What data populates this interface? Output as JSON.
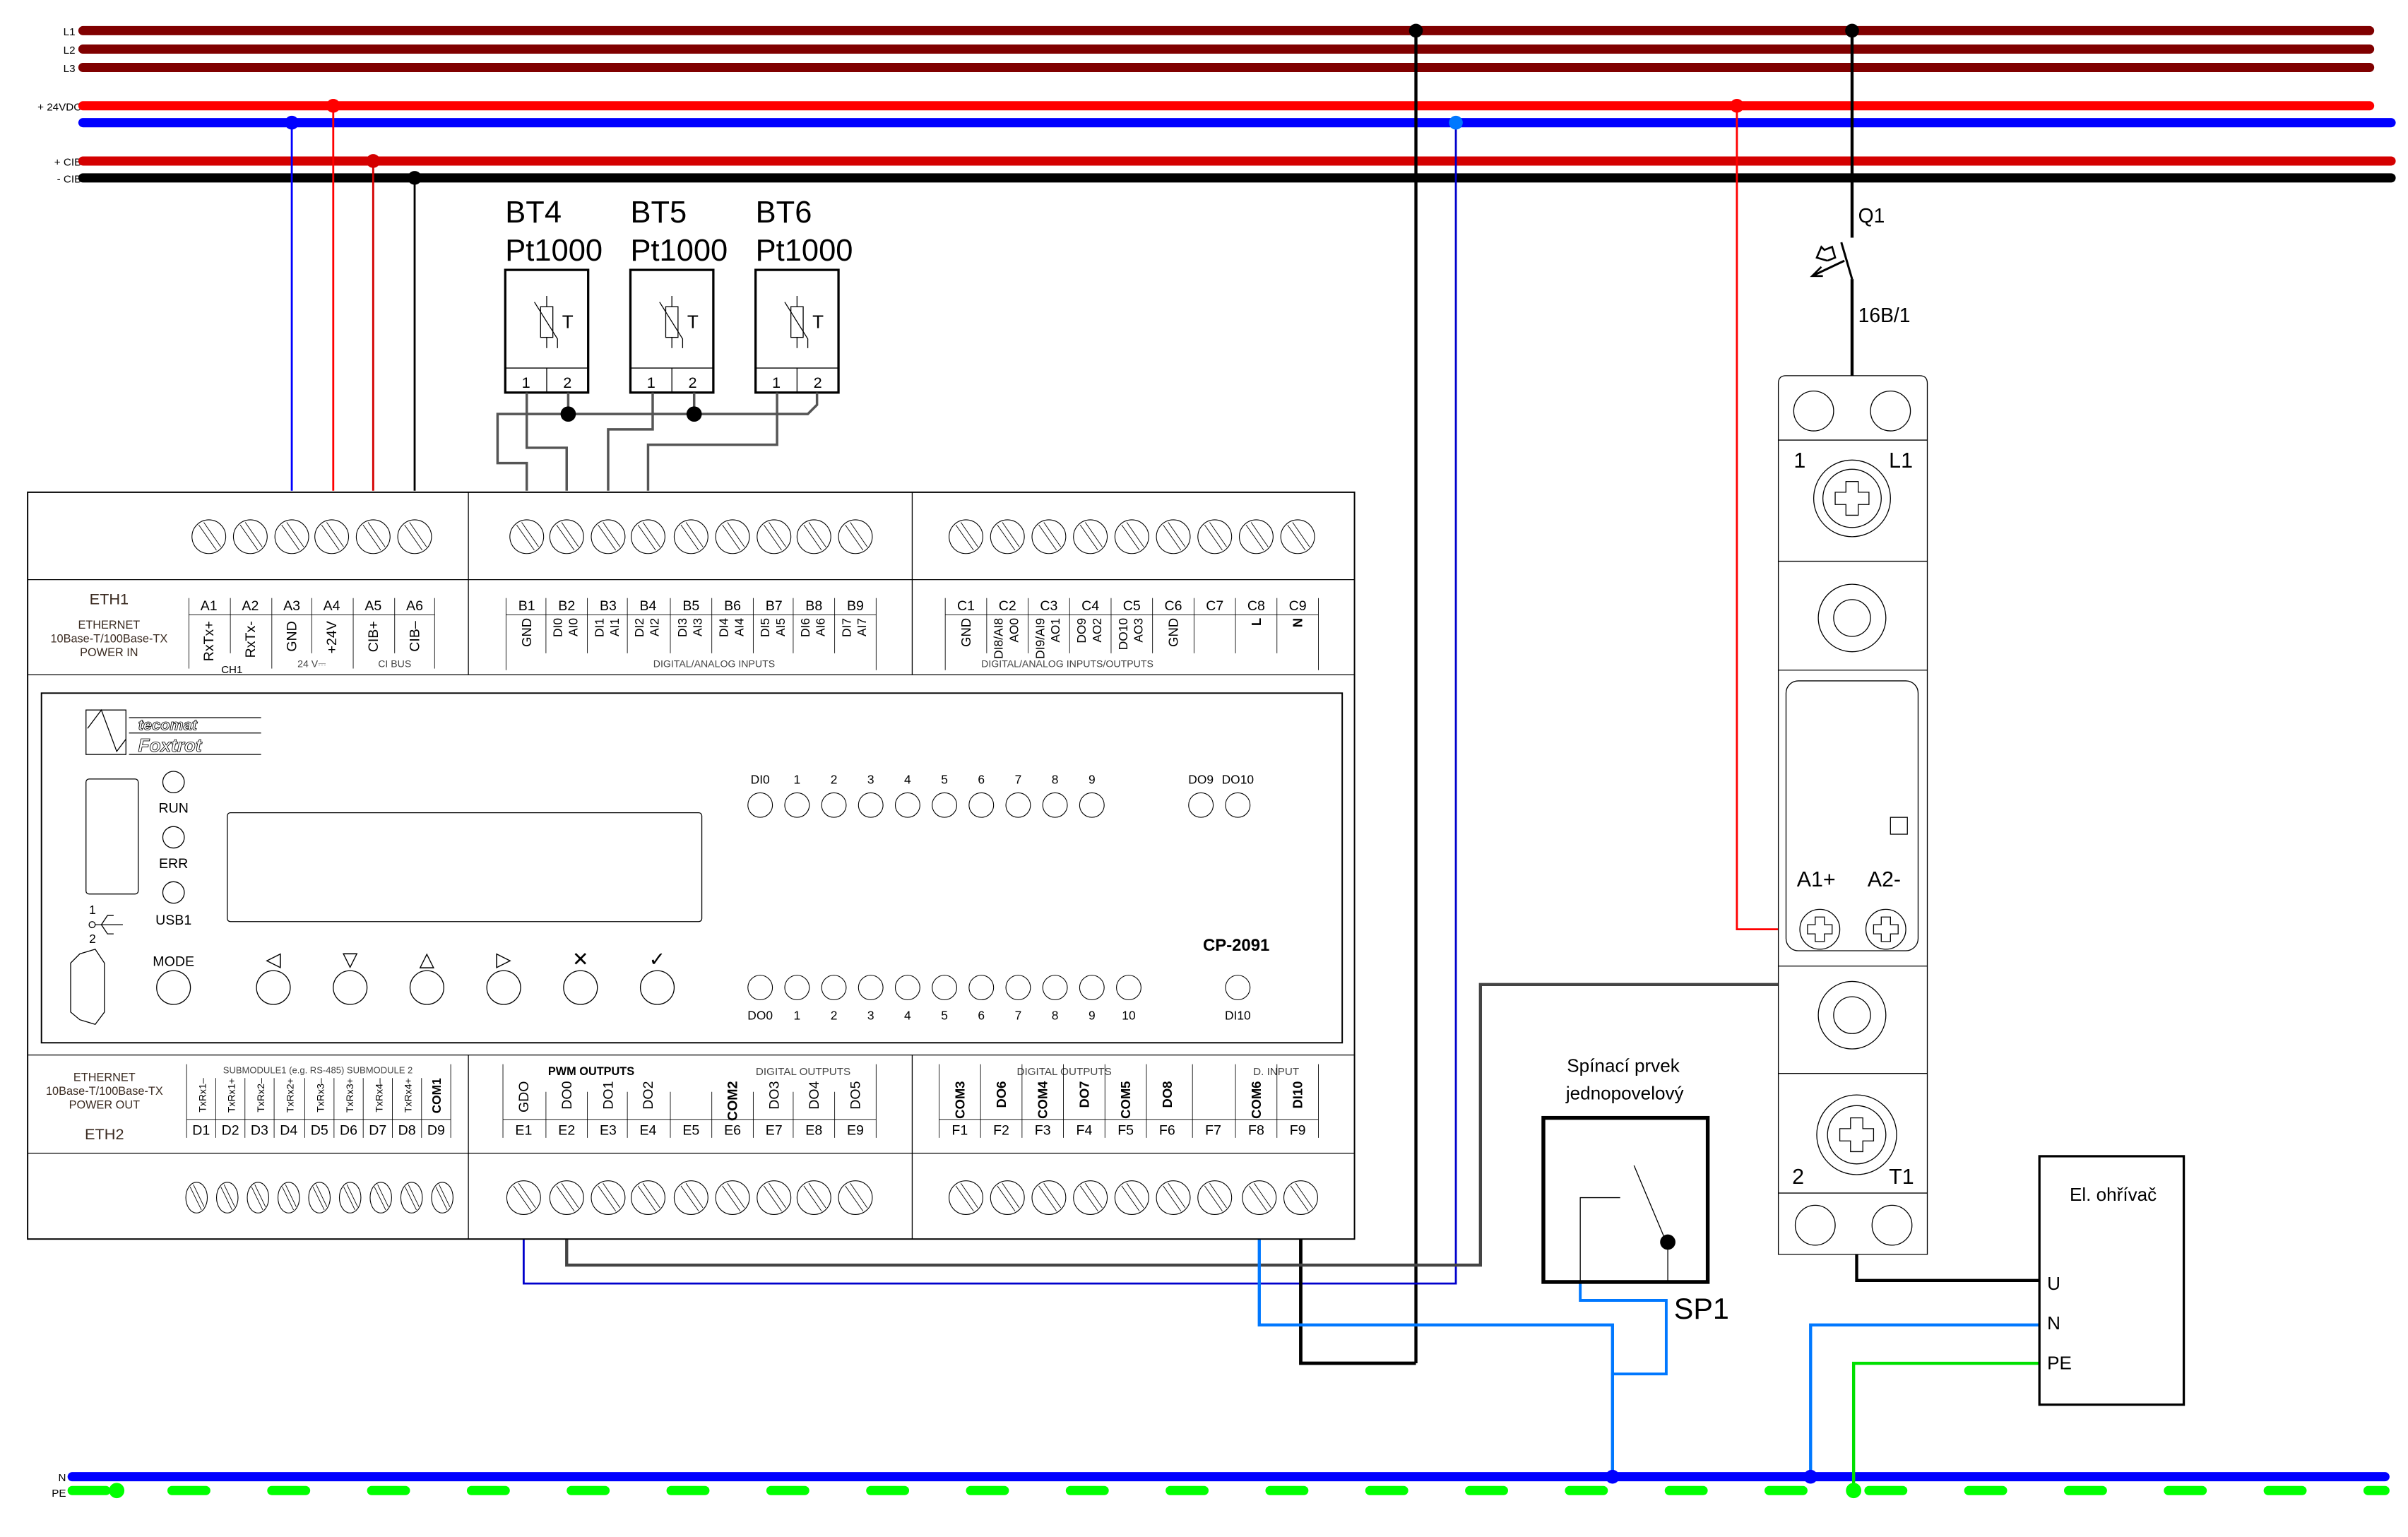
{
  "buses": {
    "L1": {
      "label": "L1",
      "color": "#800000"
    },
    "L2": {
      "label": "L2",
      "color": "#800000"
    },
    "L3": {
      "label": "L3",
      "color": "#800000"
    },
    "vdc_plus": {
      "label": "+ 24VDC",
      "color": "#ff0000"
    },
    "vdc_minus": {
      "label": "",
      "color": "#0000ff"
    },
    "cib_plus": {
      "label": "+ CIB",
      "color": "#d40000"
    },
    "cib_minus": {
      "label": "- CIB",
      "color": "#000000"
    },
    "N": {
      "label": "N",
      "color": "#0000ff"
    },
    "PE": {
      "label": "PE",
      "color": "#00ff00"
    }
  },
  "sensors": [
    {
      "name": "BT4",
      "type": "Pt1000",
      "symbol": "T",
      "pins": [
        "1",
        "2"
      ]
    },
    {
      "name": "BT5",
      "type": "Pt1000",
      "symbol": "T",
      "pins": [
        "1",
        "2"
      ]
    },
    {
      "name": "BT6",
      "type": "Pt1000",
      "symbol": "T",
      "pins": [
        "1",
        "2"
      ]
    }
  ],
  "plc": {
    "model": "CP-2091",
    "brand_top": "tecomat",
    "brand_bottom": "Foxtrot",
    "eth1": {
      "title": "ETH1",
      "line1": "ETHERNET",
      "line2": "10Base-T/100Base-TX",
      "line3": "POWER IN"
    },
    "eth2": {
      "title": "ETH2",
      "line1": "ETHERNET",
      "line2": "10Base-T/100Base-TX",
      "line3": "POWER OUT"
    },
    "a_terminals": [
      {
        "id": "A1",
        "sig": "RxTx+"
      },
      {
        "id": "A2",
        "sig": "RxTx-"
      },
      {
        "id": "A3",
        "sig": "GND"
      },
      {
        "id": "A4",
        "sig": "+24V"
      },
      {
        "id": "A5",
        "sig": "CIB+"
      },
      {
        "id": "A6",
        "sig": "CIB–"
      }
    ],
    "a_groups": {
      "ch1": "CH1",
      "power": "24 V⎓",
      "cibus": "CI BUS"
    },
    "b_terminals": [
      {
        "id": "B1",
        "sig": [
          "GND"
        ]
      },
      {
        "id": "B2",
        "sig": [
          "DI0",
          "AI0"
        ]
      },
      {
        "id": "B3",
        "sig": [
          "DI1",
          "AI1"
        ]
      },
      {
        "id": "B4",
        "sig": [
          "DI2",
          "AI2"
        ]
      },
      {
        "id": "B5",
        "sig": [
          "DI3",
          "AI3"
        ]
      },
      {
        "id": "B6",
        "sig": [
          "DI4",
          "AI4"
        ]
      },
      {
        "id": "B7",
        "sig": [
          "DI5",
          "AI5"
        ]
      },
      {
        "id": "B8",
        "sig": [
          "DI6",
          "AI6"
        ]
      },
      {
        "id": "B9",
        "sig": [
          "DI7",
          "AI7"
        ]
      }
    ],
    "b_group": "DIGITAL/ANALOG INPUTS",
    "c_terminals": [
      {
        "id": "C1",
        "sig": [
          "GND"
        ]
      },
      {
        "id": "C2",
        "sig": [
          "DI8/AI8",
          "AO0"
        ]
      },
      {
        "id": "C3",
        "sig": [
          "DI9/AI9",
          "AO1"
        ]
      },
      {
        "id": "C4",
        "sig": [
          "DO9",
          "AO2"
        ]
      },
      {
        "id": "C5",
        "sig": [
          "DO10",
          "AO3"
        ]
      },
      {
        "id": "C6",
        "sig": [
          "GND"
        ]
      },
      {
        "id": "C7",
        "sig": [
          ""
        ]
      },
      {
        "id": "C8",
        "sig": [
          "L"
        ]
      },
      {
        "id": "C9",
        "sig": [
          "N"
        ]
      }
    ],
    "c_group": "DIGITAL/ANALOG INPUTS/OUTPUTS",
    "d_terminals": [
      {
        "id": "D1",
        "sig": "TxRx1–"
      },
      {
        "id": "D2",
        "sig": "TxRx1+"
      },
      {
        "id": "D3",
        "sig": "TxRx2–"
      },
      {
        "id": "D4",
        "sig": "TxRx2+"
      },
      {
        "id": "D5",
        "sig": "TxRx3–"
      },
      {
        "id": "D6",
        "sig": "TxRx3+"
      },
      {
        "id": "D7",
        "sig": "TxRx4–"
      },
      {
        "id": "D8",
        "sig": "TxRx4+"
      },
      {
        "id": "D9",
        "sig": "COM1"
      }
    ],
    "d_group": "SUBMODULE1 (e.g. RS-485) SUBMODULE 2",
    "e_terminals": [
      {
        "id": "E1",
        "sig": "GDO"
      },
      {
        "id": "E2",
        "sig": "DO0"
      },
      {
        "id": "E3",
        "sig": "DO1"
      },
      {
        "id": "E4",
        "sig": "DO2"
      },
      {
        "id": "E5",
        "sig": ""
      },
      {
        "id": "E6",
        "sig": "COM2"
      },
      {
        "id": "E7",
        "sig": "DO3"
      },
      {
        "id": "E8",
        "sig": "DO4"
      },
      {
        "id": "E9",
        "sig": "DO5"
      }
    ],
    "e_groups": {
      "pwm": "PWM OUTPUTS",
      "digital": "DIGITAL OUTPUTS"
    },
    "f_terminals": [
      {
        "id": "F1",
        "sig": "COM3"
      },
      {
        "id": "F2",
        "sig": "DO6"
      },
      {
        "id": "F3",
        "sig": "COM4"
      },
      {
        "id": "F4",
        "sig": "DO7"
      },
      {
        "id": "F5",
        "sig": "COM5"
      },
      {
        "id": "F6",
        "sig": "DO8"
      },
      {
        "id": "F7",
        "sig": ""
      },
      {
        "id": "F8",
        "sig": "COM6"
      },
      {
        "id": "F9",
        "sig": "DI10"
      }
    ],
    "f_groups": {
      "digital": "DIGITAL OUTPUTS",
      "input": "D. INPUT"
    },
    "leds": {
      "run": "RUN",
      "err": "ERR",
      "usb": "USB1",
      "mode": "MODE",
      "usb_1": "1",
      "usb_2": "2"
    },
    "di_leds_top": [
      "DI0",
      "1",
      "2",
      "3",
      "4",
      "5",
      "6",
      "7",
      "8",
      "9"
    ],
    "do_leds_top": [
      "DO9",
      "DO10"
    ],
    "do_leds_bottom": [
      "DO0",
      "1",
      "2",
      "3",
      "4",
      "5",
      "6",
      "7",
      "8",
      "9",
      "10"
    ],
    "di_led_bottom": "DI10",
    "keys": [
      "left",
      "down",
      "up",
      "right",
      "cancel",
      "ok"
    ]
  },
  "breaker": {
    "name": "Q1",
    "rating": "16B/1"
  },
  "relay": {
    "top_left": "1",
    "top_right": "L1",
    "coil_plus": "A1+",
    "coil_minus": "A2-",
    "bottom_left": "2",
    "bottom_right": "T1"
  },
  "switch_element": {
    "title_line1": "Spínací prvek",
    "title_line2": "jednopovelový",
    "name": "SP1"
  },
  "heater": {
    "title": "El. ohřívač",
    "pins": [
      "U",
      "N",
      "PE"
    ]
  }
}
